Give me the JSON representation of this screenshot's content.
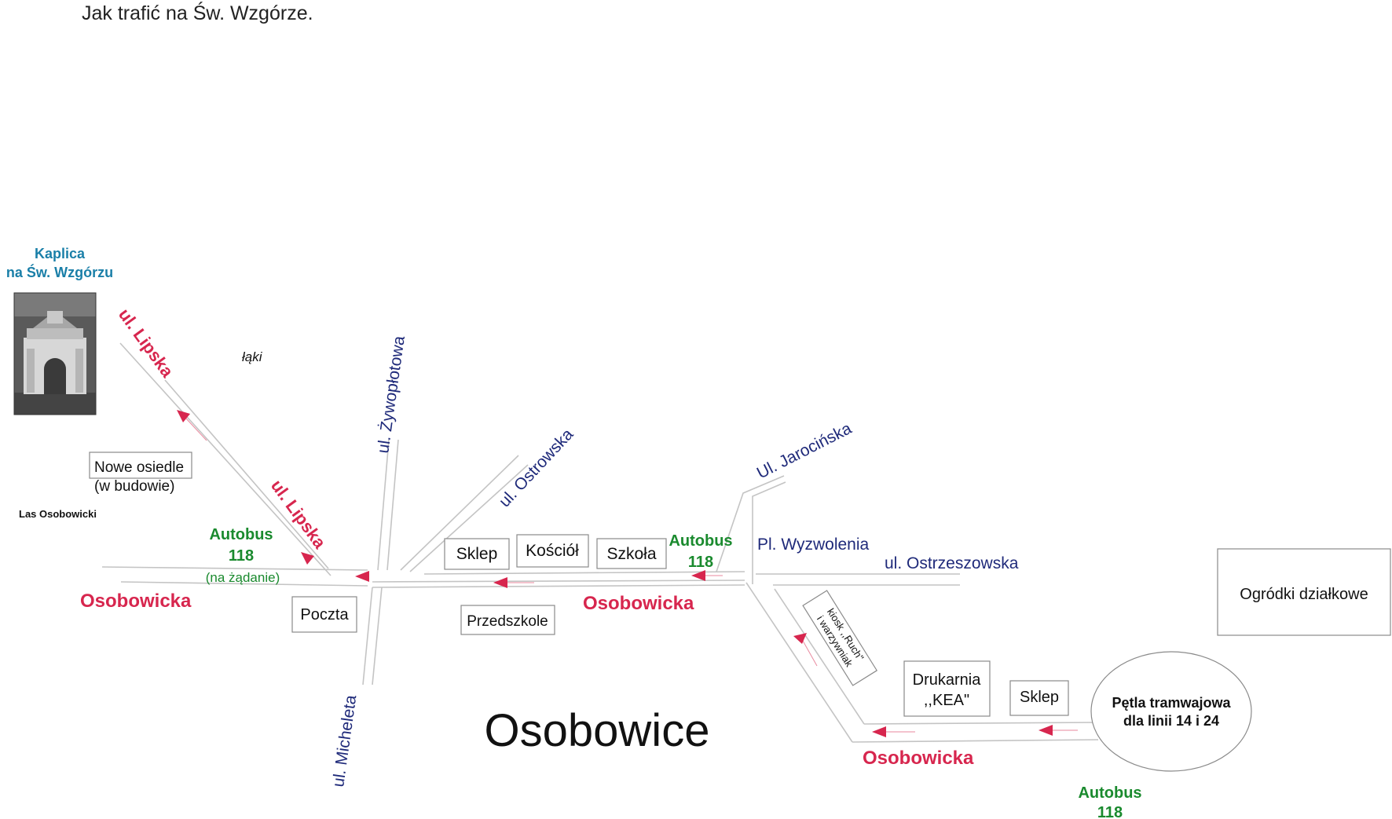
{
  "page_title": "Jak trafić na Św. Wzgórze.",
  "colors": {
    "main_street": "#d7264e",
    "side_street": "#1f2a7a",
    "bus": "#1a8a2e",
    "chapel": "#1a7fa8",
    "road": "#c4c4c4",
    "label_box": "#8a8a8a"
  },
  "chapel": {
    "title_line1": "Kaplica",
    "title_line2": "na Św. Wzgórzu",
    "icon": "chapel-photo"
  },
  "area_labels": {
    "meadows": "łąki",
    "forest": "Las Osobowicki",
    "district": "Osobowice"
  },
  "main_streets": {
    "lipska_upper": "ul. Lipska",
    "lipska_lower": "ul. Lipska",
    "osobowicka_west": "Osobowicka",
    "osobowicka_center": "Osobowicka",
    "osobowicka_east": "Osobowicka"
  },
  "side_streets": {
    "zywoplotowa": "ul. Żywopłotowa",
    "ostrowska": "ul. Ostrowska",
    "jarocinska": "Ul. Jarocińska",
    "wyzwolenia": "Pl. Wyzwolenia",
    "ostrzeszowska": "ul. Ostrzeszowska",
    "micheleta": "ul. Micheleta"
  },
  "places": {
    "nowe_osiedle_line1": "Nowe osiedle",
    "nowe_osiedle_line2": "(w budowie)",
    "poczta": "Poczta",
    "sklep_1": "Sklep",
    "kosciol": "Kościół",
    "szkola": "Szkoła",
    "przedszkole": "Przedszkole",
    "kiosk_line1": "kiosk ,,Ruch\"",
    "kiosk_line2": "i warzywniak",
    "drukarnia_line1": "Drukarnia",
    "drukarnia_line2": ",,KEA\"",
    "sklep_2": "Sklep",
    "ogrodki": "Ogródki działkowe",
    "petla_line1": "Pętla tramwajowa",
    "petla_line2": "dla linii 14 i 24"
  },
  "bus_stops": {
    "west_line1": "Autobus",
    "west_line2": "118",
    "west_note": "(na żądanie)",
    "center_line1": "Autobus",
    "center_line2": "118",
    "loop_line1": "Autobus",
    "loop_line2": "118"
  }
}
